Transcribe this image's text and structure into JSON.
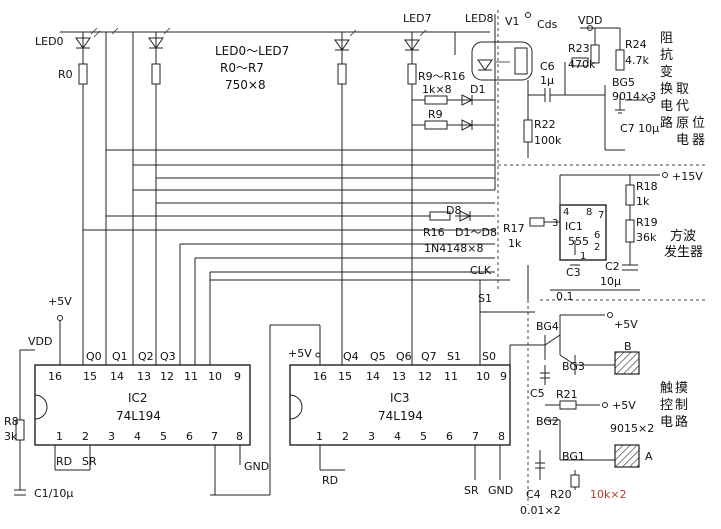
{
  "labels": {
    "led0": "LED0",
    "led7": "LED7",
    "led8": "LED8",
    "r0": "R0",
    "led_range": "LED0～LED7",
    "r_range": "R0～R7",
    "r_spec": "750×8",
    "v1": "V1",
    "cds": "Cds",
    "vdd_top": "VDD",
    "r23": "R23",
    "r23_val": "470k",
    "r24": "R24",
    "r24_val": "4.7k",
    "c6": "C6",
    "c6_val": "1μ",
    "bg5": "BG5",
    "bg5_val": "9014×3",
    "c7": "C7 10μ",
    "r22": "R22",
    "r22_val": "100k",
    "r9_r16": "R9～R16",
    "r9_r16_val": "1k×8",
    "d1": "D1",
    "r9": "R9",
    "d8": "D8",
    "r16": "R16",
    "d_range": "D1～D8",
    "d_spec": "1N4148×8",
    "title_impedance": [
      "阻",
      "抗",
      "变",
      "换",
      "电",
      "路",
      "取",
      "代",
      "原",
      "电",
      "位",
      "器"
    ],
    "plus15": "+15V",
    "r18": "R18",
    "r18_val": "1k",
    "r17": "R17",
    "r17_val": "1k",
    "r19": "R19",
    "r19_val": "36k",
    "ic1": "IC1",
    "ic1_part": "555",
    "p4": "4",
    "p8": "8",
    "p7": "7",
    "p3": "3",
    "p6": "6",
    "p2": "2",
    "p1": "1",
    "c3": "C3",
    "c3_val": "0.1",
    "c2": "C2",
    "c2_val": "10μ",
    "title_square": "方波发生器",
    "clk": "CLK",
    "s1": "S1",
    "plus5_a": "+5V",
    "plus5_b": "+5V",
    "plus5_c": "+5V",
    "plus5_d": "+5V",
    "vdd_left": "VDD",
    "r8": "R8",
    "r8_val": "3k",
    "c1": "C1/10μ",
    "ic2": "IC2",
    "ic2_part": "74L194",
    "ic3": "IC3",
    "ic3_part": "74L194",
    "ic2_top_pins": [
      "16",
      "15",
      "14",
      "13",
      "12",
      "11",
      "10",
      "9"
    ],
    "ic2_top_names": [
      "Q0",
      "Q1",
      "Q2",
      "Q3"
    ],
    "ic2_bot_pins": [
      "1",
      "2",
      "3",
      "4",
      "5",
      "6",
      "7",
      "8"
    ],
    "rd": "RD",
    "sr": "SR",
    "gnd": "GND",
    "ic3_top_pins": [
      "16",
      "15",
      "14",
      "13",
      "12",
      "11",
      "10",
      "9"
    ],
    "ic3_top_names": [
      "Q4",
      "Q5",
      "Q6",
      "Q7",
      "S1",
      "S0"
    ],
    "ic3_bot_pins": [
      "1",
      "2",
      "3",
      "4",
      "5",
      "6",
      "7",
      "8"
    ],
    "bg4": "BG4",
    "bg3": "BG3",
    "bg2": "BG2",
    "bg1": "BG1",
    "c5": "C5",
    "c4": "C4",
    "r21": "R21",
    "r20": "R20",
    "r_spec2": "10k×2",
    "bg_spec": "9015×2",
    "pad_b": "B",
    "pad_a": "A",
    "cap_spec": "0.01×2",
    "title_touch": [
      "触",
      "摸",
      "控",
      "制",
      "电",
      "路"
    ]
  }
}
